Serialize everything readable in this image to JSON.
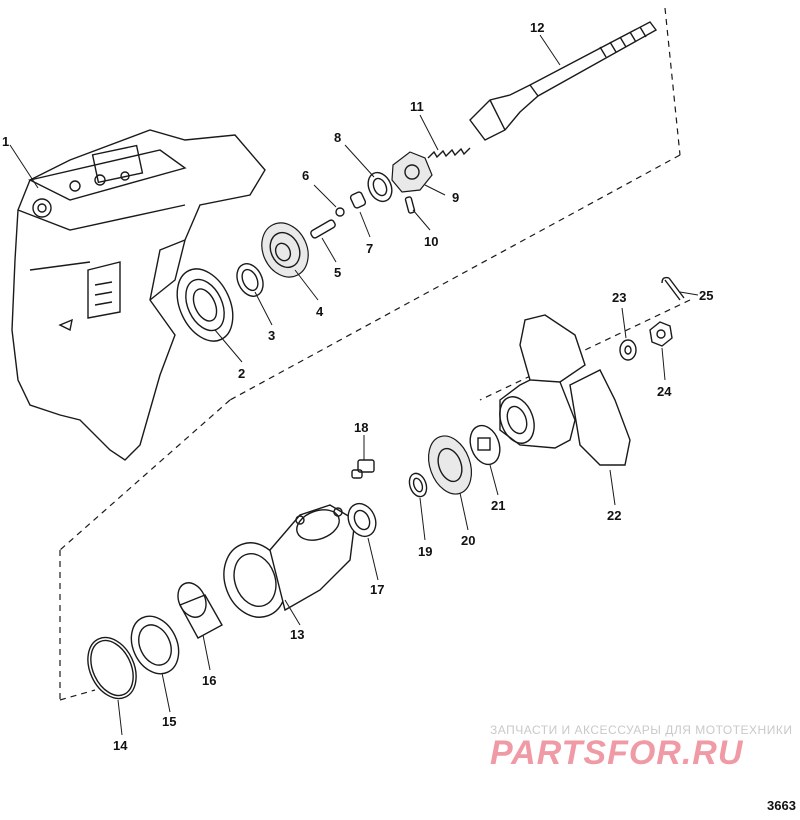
{
  "diagram": {
    "id": "3663",
    "part_numbers": [
      "1",
      "2",
      "3",
      "4",
      "5",
      "6",
      "7",
      "8",
      "9",
      "10",
      "11",
      "12",
      "13",
      "14",
      "15",
      "16",
      "17",
      "18",
      "19",
      "20",
      "21",
      "22",
      "23",
      "24",
      "25"
    ]
  },
  "watermark": {
    "tagline": "ЗАПЧАСТИ И АКСЕССУАРЫ ДЛЯ МОТОТЕХНИКИ",
    "logo": "PARTSFOR.RU"
  }
}
